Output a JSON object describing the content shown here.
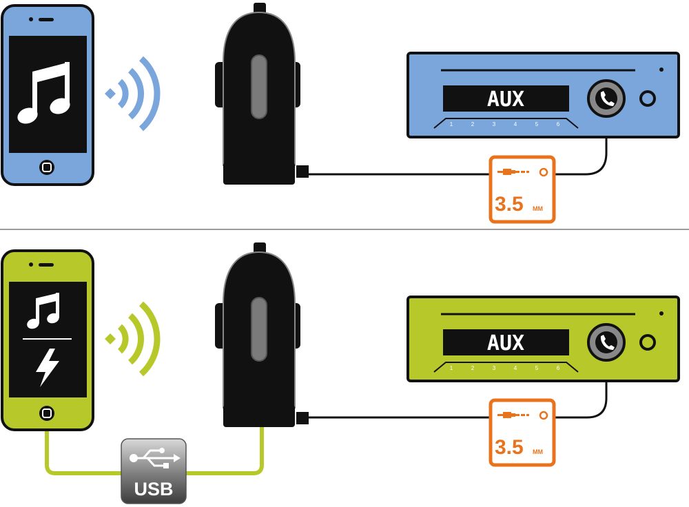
{
  "colors": {
    "scene1_accent": "#7aa6dc",
    "scene2_accent": "#b7c92a",
    "cable_orange": "#e8731c",
    "device_black": "#111111",
    "divider": "#9a9a9a"
  },
  "scenes": [
    {
      "id": "bluetooth-audio",
      "phone_screen_icons": [
        "music-note-icon"
      ],
      "radio_display": "AUX",
      "presets": [
        "1",
        "2",
        "3",
        "4",
        "5",
        "6"
      ],
      "jack_size": "3.5",
      "jack_unit": "MM"
    },
    {
      "id": "bluetooth-audio-and-charging",
      "phone_screen_icons": [
        "music-note-icon",
        "lightning-bolt-icon"
      ],
      "radio_display": "AUX",
      "presets": [
        "1",
        "2",
        "3",
        "4",
        "5",
        "6"
      ],
      "jack_size": "3.5",
      "jack_unit": "MM",
      "usb_label": "USB"
    }
  ]
}
